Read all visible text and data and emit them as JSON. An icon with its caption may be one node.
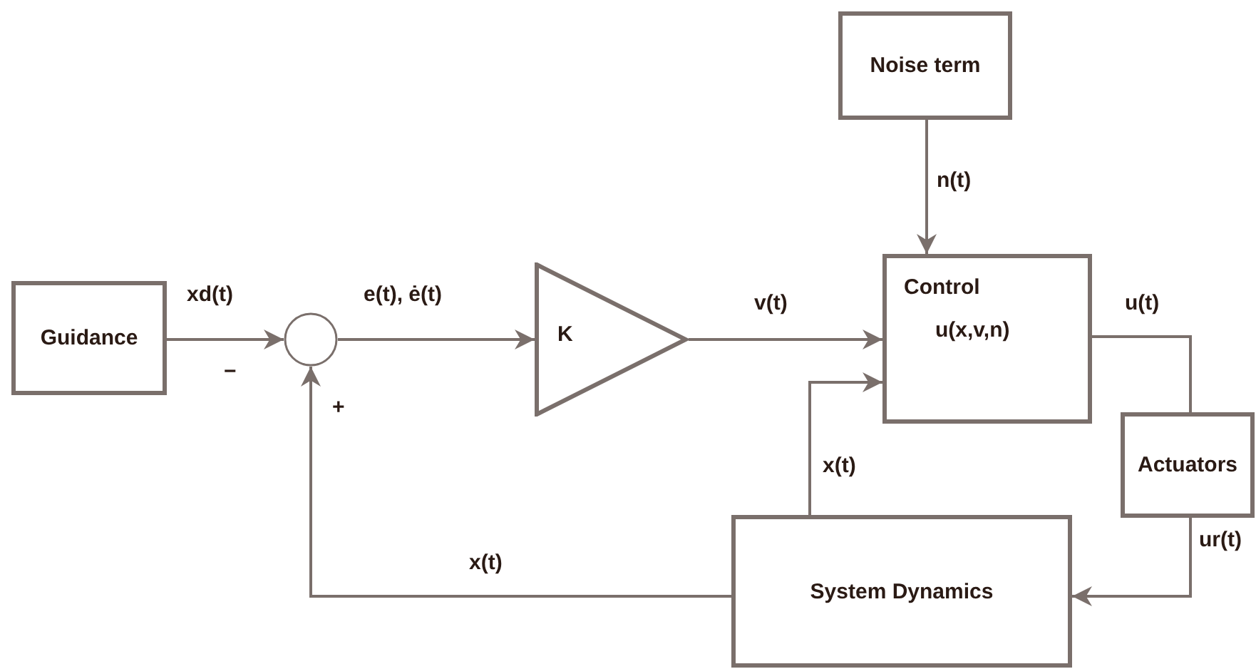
{
  "diagram": {
    "nodes": [
      {
        "text": [
          "Noise term"
        ]
      },
      {
        "text": [
          "Guidance"
        ]
      },
      {
        "text": [],
        "shape": "circle"
      },
      {
        "text": [
          "K"
        ]
      },
      {
        "text": [
          "Control",
          "u(x,v,n)"
        ]
      },
      {
        "text": [
          "Actuators"
        ]
      },
      {
        "text": [
          "System Dynamics"
        ]
      }
    ],
    "edges": [
      {
        "from": 1,
        "to": 2,
        "arrow": "to",
        "label": "xd(t)"
      },
      {
        "from": 2,
        "to": 3,
        "arrow": "to",
        "label": "e(t), ė(t)"
      },
      {
        "from": 3,
        "to": 4,
        "arrow": "to",
        "label": "v(t)"
      },
      {
        "from": 0,
        "to": 4,
        "arrow": "to",
        "label": "n(t)"
      },
      {
        "from": 4,
        "to": 5,
        "arrow": "none",
        "label": "u(t)"
      },
      {
        "from": 5,
        "to": 6,
        "arrow": "to",
        "label": "ur(t)"
      },
      {
        "from": 6,
        "to": 4,
        "arrow": "to",
        "label": "x(t)"
      },
      {
        "from": 6,
        "to": 2,
        "arrow": "to",
        "label": "x(t)"
      }
    ],
    "labels": [
      "−",
      "+"
    ]
  }
}
